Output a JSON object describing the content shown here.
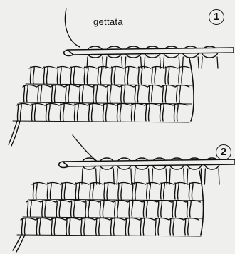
{
  "labels": {
    "yarn_over": "gettata"
  },
  "steps": [
    {
      "number": "1"
    },
    {
      "number": "2"
    }
  ],
  "colors": {
    "ink": "#111111",
    "paper": "#efefed"
  }
}
